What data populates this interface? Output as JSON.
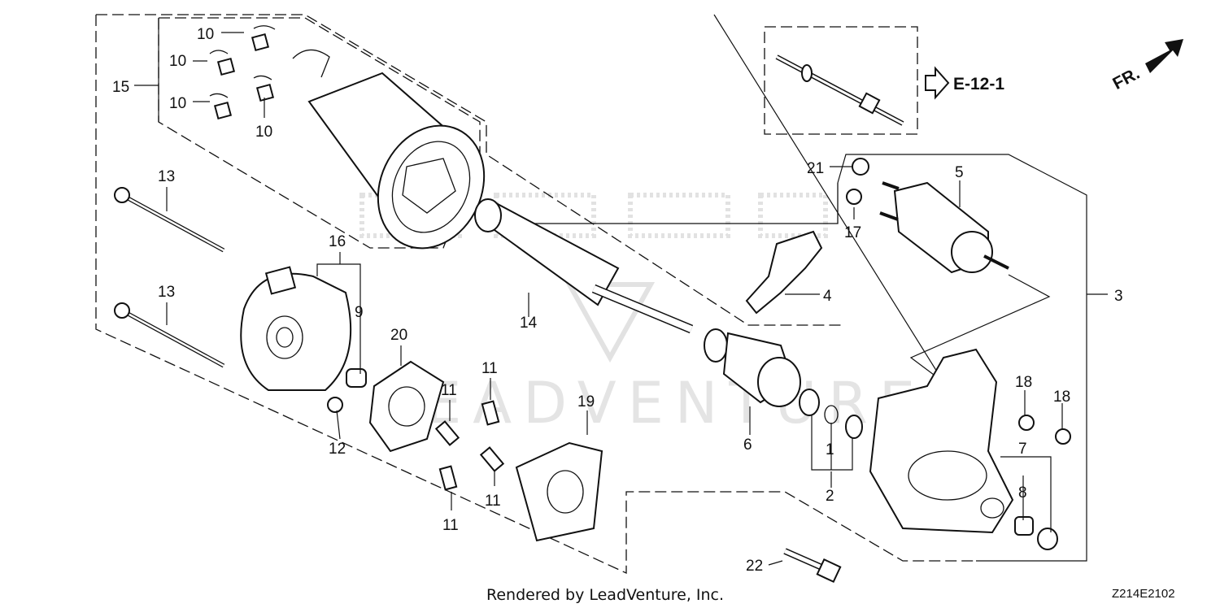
{
  "diagram": {
    "callouts": [
      "1",
      "2",
      "3",
      "4",
      "5",
      "6",
      "7",
      "8",
      "9",
      "10",
      "11",
      "12",
      "13",
      "14",
      "15",
      "16",
      "17",
      "18",
      "19",
      "20",
      "21",
      "22"
    ],
    "reference_label": "E-12-1",
    "direction_label": "FR.",
    "footer": "Rendered by LeadVenture, Inc.",
    "diagram_code": "Z214E2102",
    "watermark_text": "LEADVENTURE",
    "colors": {
      "line": "#111111",
      "watermark": "#e4e4e4",
      "background": "#ffffff"
    }
  }
}
